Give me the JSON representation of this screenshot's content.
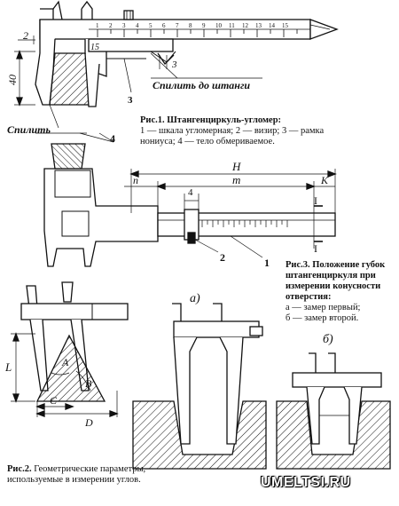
{
  "fig1": {
    "caption_title": "Рис.1. Штангенциркуль-угломер:",
    "caption_body": "1 — шкала угломерная; 2 — визир; 3 — рамка нониуса; 4 — тело обмериваемое.",
    "label_saw_rod": "Спилить до штанги",
    "label_saw": "Спилить",
    "dim_2": "2",
    "dim_40": "40",
    "dim_15": "15",
    "dim_3": "3",
    "callout_3": "3",
    "callout_4": "4",
    "scale_numbers": [
      "1",
      "2",
      "3",
      "4",
      "5",
      "6",
      "7",
      "8",
      "9",
      "10",
      "11",
      "12",
      "13",
      "14",
      "15"
    ]
  },
  "fig3": {
    "caption_title": "Рис.3. Положение губок штангенциркуля при измерении конусности отверстия:",
    "caption_a": "а — замер первый;",
    "caption_b": "б — замер второй.",
    "label_H": "H",
    "label_m": "m",
    "label_n": "n",
    "label_K": "K",
    "label_4": "4",
    "label_2": "2",
    "label_1": "1",
    "label_I_top": "I",
    "label_I_bottom": "I",
    "label_a": "а)",
    "label_b": "б)"
  },
  "fig2": {
    "caption_title": "Рис.2.",
    "caption_body": "Геометрические параметры, используемые в измерении углов.",
    "label_L": "L",
    "label_A": "A",
    "label_B": "B",
    "label_C": "C",
    "label_D": "D"
  },
  "watermark": "UMELTSI.RU"
}
